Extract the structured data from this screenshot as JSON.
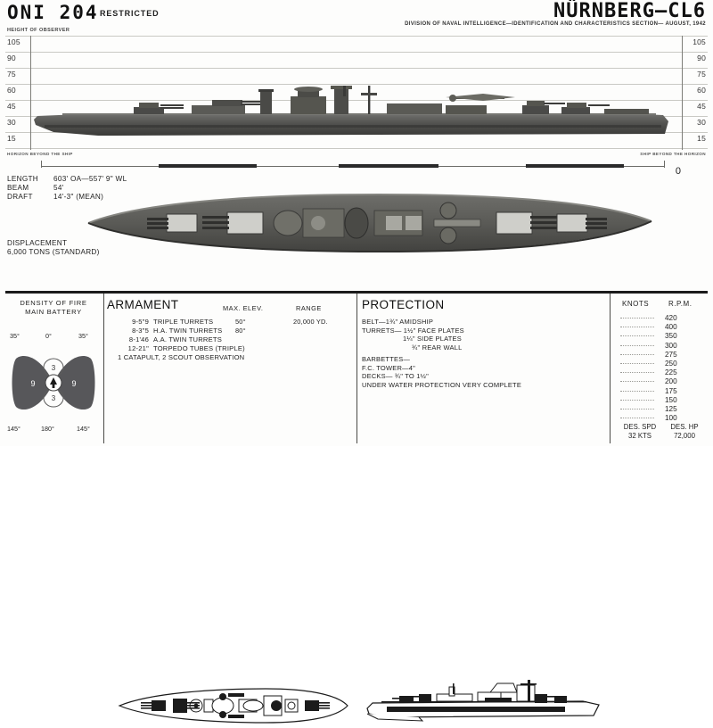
{
  "header": {
    "publication": "ONI 204",
    "classification": "RESTRICTED",
    "ship_name": "NÜRNBERG—CL6",
    "issuing_office": "DIVISION OF NAVAL INTELLIGENCE—IDENTIFICATION AND CHARACTERISTICS SECTION— AUGUST, 1942"
  },
  "profile": {
    "axis_label": "HEIGHT OF OBSERVER",
    "ticks": [
      "105",
      "90",
      "75",
      "60",
      "45",
      "30",
      "15"
    ],
    "note_left": "HORIZON BEYOND THE SHIP",
    "note_right": "SHIP BEYOND THE HORIZON",
    "scale_zero": "0"
  },
  "dimensions": {
    "rows": [
      {
        "label": "LENGTH",
        "value": "603' OA—557' 9\" WL"
      },
      {
        "label": "BEAM",
        "value": "54'"
      },
      {
        "label": "DRAFT",
        "value": "14'-3\" (MEAN)"
      }
    ],
    "displacement_label": "DISPLACEMENT",
    "displacement_value": "6,000 TONS (STANDARD)"
  },
  "density_of_fire": {
    "title_line1": "DENSITY OF FIRE",
    "title_line2": "MAIN BATTERY",
    "angles": {
      "top_left": "35°",
      "top_center": "0°",
      "top_right": "35°",
      "bottom_left": "145°",
      "bottom_center": "180°",
      "bottom_right": "145°"
    },
    "values": {
      "port": "9",
      "starboard": "9",
      "forward": "3",
      "aft": "3"
    }
  },
  "armament": {
    "title": "ARMAMENT",
    "col_elev": "MAX. ELEV.",
    "col_range": "RANGE",
    "items": [
      {
        "qty": "9-5\"9",
        "desc": "TRIPLE TURRETS",
        "elev": "50°",
        "range": "20,000 YD."
      },
      {
        "qty": "8-3\"5",
        "desc": "H.A. TWIN TURRETS",
        "elev": "80°",
        "range": ""
      },
      {
        "qty": "8-1'46",
        "desc": "A.A. TWIN TURRETS",
        "elev": "",
        "range": ""
      },
      {
        "qty": "12-21\"",
        "desc": "TORPEDO TUBES (TRIPLE)",
        "elev": "",
        "range": ""
      },
      {
        "qty": "",
        "desc": "1 CATAPULT, 2 SCOUT OBSERVATION",
        "elev": "",
        "range": ""
      }
    ]
  },
  "protection": {
    "title": "PROTECTION",
    "lines": [
      "BELT—1¾\" AMIDSHIP",
      "TURRETS—    1½\" FACE PLATES",
      "1¼\" SIDE PLATES",
      "¾\" REAR WALL",
      "BARBETTES—",
      "F.C. TOWER—4\"",
      "DECKS—        ¾\" TO 1½\"",
      "UNDER WATER PROTECTION VERY COMPLETE"
    ]
  },
  "performance": {
    "col_knots": "KNOTS",
    "col_rpm": "R.P.M.",
    "rpm_values": [
      "420",
      "400",
      "350",
      "300",
      "275",
      "250",
      "225",
      "200",
      "175",
      "150",
      "125",
      "100"
    ],
    "des_spd_label": "DES. SPD",
    "des_hp_label": "DES. HP",
    "des_spd_value": "32 KTS",
    "des_hp_value": "72,000"
  },
  "colors": {
    "ink": "#1b1b1b",
    "hull": "#4e4e4c",
    "grid": "#c9c9c4"
  }
}
